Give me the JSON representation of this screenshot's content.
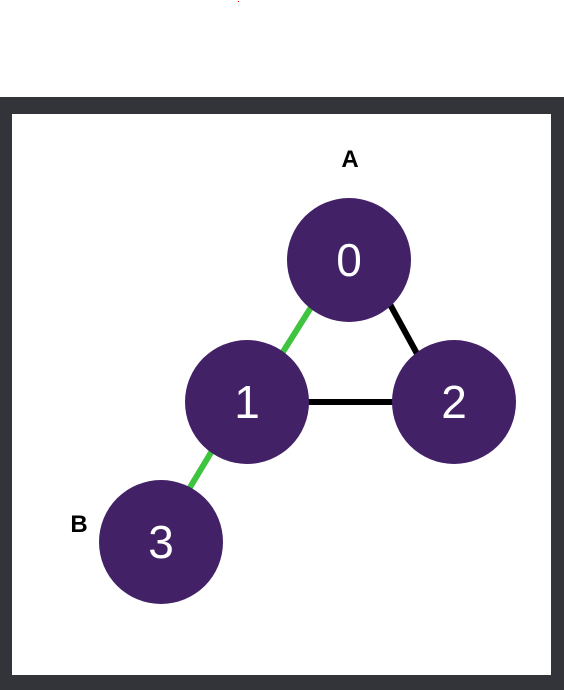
{
  "colors": {
    "frame": "#323439",
    "background": "#ffffff",
    "node_fill": "#422167",
    "node_text": "#ffffff",
    "edge_default": "#000000",
    "edge_highlight": "#3ec43e",
    "marker_text": "#000000"
  },
  "nodes": [
    {
      "id": "0",
      "label": "0"
    },
    {
      "id": "1",
      "label": "1"
    },
    {
      "id": "2",
      "label": "2"
    },
    {
      "id": "3",
      "label": "3"
    }
  ],
  "edges": [
    {
      "from": "0",
      "to": "1",
      "highlighted": true
    },
    {
      "from": "0",
      "to": "2",
      "highlighted": false
    },
    {
      "from": "1",
      "to": "2",
      "highlighted": false
    },
    {
      "from": "1",
      "to": "3",
      "highlighted": true
    }
  ],
  "markers": [
    {
      "label": "A",
      "node": "0"
    },
    {
      "label": "B",
      "node": "3"
    }
  ]
}
